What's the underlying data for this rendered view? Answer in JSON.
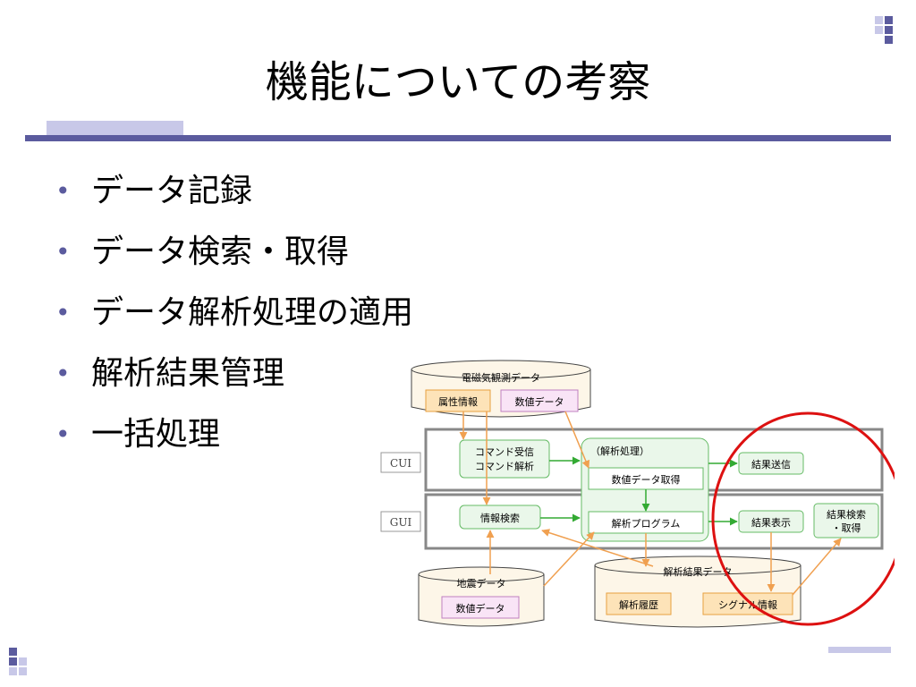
{
  "title": "機能についての考察",
  "bullets": [
    "データ記録",
    "データ検索・取得",
    "データ解析処理の適用",
    "解析結果管理",
    "一括処理"
  ],
  "bullet_marker": "•",
  "colors": {
    "accent_dark": "#5b5b9e",
    "accent_light": "#c8c8e8",
    "box_green_border": "#66bb66",
    "box_green_fill": "#eaf7ea",
    "box_orange_fill": "#fde3b8",
    "box_pink_fill": "#f9e4f6",
    "arrow_green": "#33aa33",
    "arrow_orange": "#f0a050",
    "highlight_circle": "#dd1111"
  },
  "diagram": {
    "db_emag": {
      "label": "電磁気観測データ",
      "items": [
        "属性情報",
        "数値データ"
      ]
    },
    "db_quake": {
      "label": "地震データ",
      "items": [
        "数値データ"
      ]
    },
    "db_result": {
      "label": "解析結果データ",
      "items": [
        "解析履歴",
        "シグナル情報"
      ]
    },
    "cui_label": "CUI",
    "gui_label": "GUI",
    "cmd_box": [
      "コマンド受信",
      "コマンド解析"
    ],
    "search_box": "情報検索",
    "analysis_group": "（解析処理）",
    "data_get_box": "数値データ取得",
    "program_box": "解析プログラム",
    "send_box": "結果送信",
    "display_box": "結果表示",
    "retrieve_box": [
      "結果検索",
      "・取得"
    ]
  }
}
